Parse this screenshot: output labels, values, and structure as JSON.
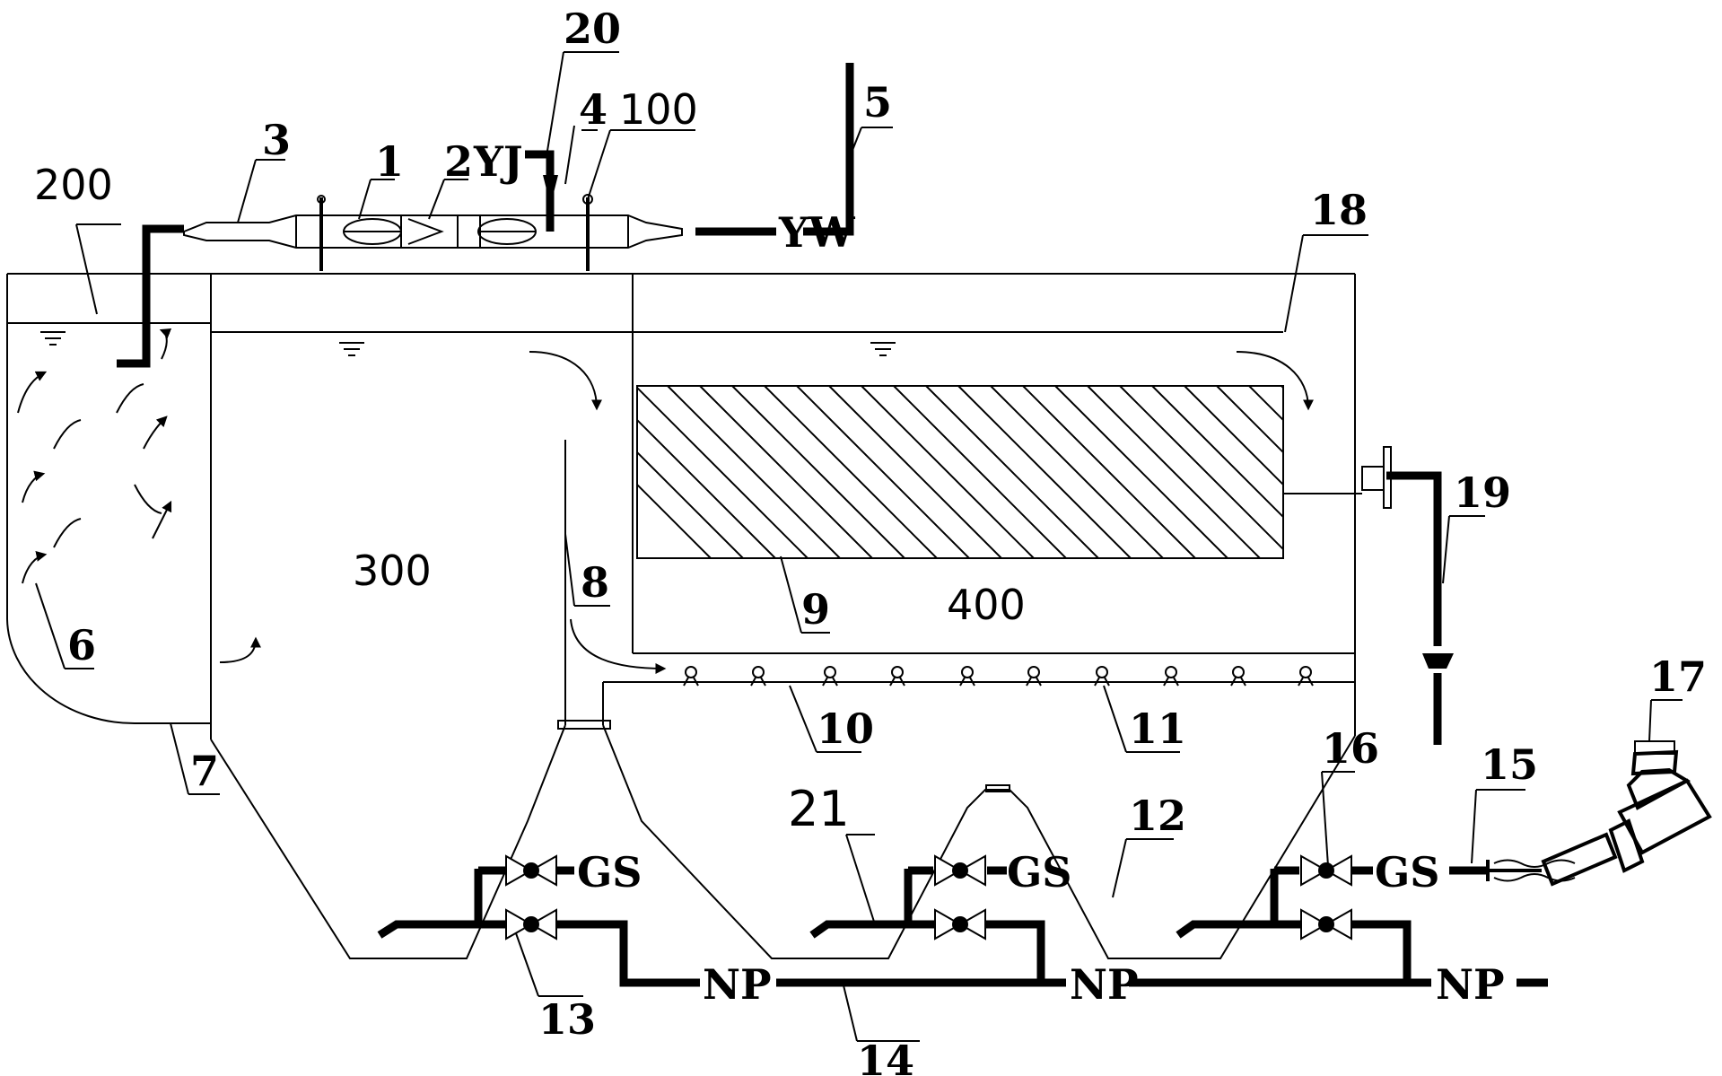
{
  "labels": {
    "n1": "1",
    "n2": "2",
    "n3": "3",
    "n4": "4",
    "n5": "5",
    "n6": "6",
    "n7": "7",
    "n8": "8",
    "n9": "9",
    "n10": "10",
    "n11": "11",
    "n12": "12",
    "n13": "13",
    "n14": "14",
    "n15": "15",
    "n16": "16",
    "n17": "17",
    "n18": "18",
    "n19": "19",
    "n20": "20",
    "n21": "21",
    "n100": "100",
    "n200": "200",
    "n300": "300",
    "n400": "400"
  },
  "codes": {
    "yj": "YJ",
    "yw": "YW",
    "gs1": "GS",
    "gs2": "GS",
    "gs3": "GS",
    "np1": "NP",
    "np2": "NP",
    "np3": "NP"
  }
}
